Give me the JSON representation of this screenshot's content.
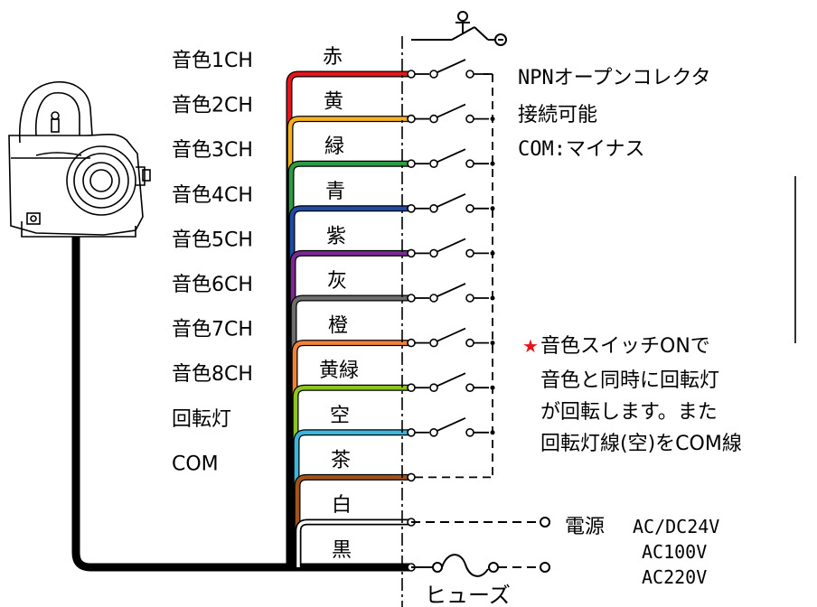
{
  "channels": [
    {
      "label": "音色1CH",
      "wire": "赤",
      "color": "#e8141c"
    },
    {
      "label": "音色2CH",
      "wire": "黄",
      "color": "#f5b21e"
    },
    {
      "label": "音色3CH",
      "wire": "緑",
      "color": "#2e9a45"
    },
    {
      "label": "音色4CH",
      "wire": "青",
      "color": "#1d4aa7"
    },
    {
      "label": "音色5CH",
      "wire": "紫",
      "color": "#7b2a92"
    },
    {
      "label": "音色6CH",
      "wire": "灰",
      "color": "#6d6d6d"
    },
    {
      "label": "音色7CH",
      "wire": "橙",
      "color": "#f0823a"
    },
    {
      "label": "音色8CH",
      "wire": "黄緑",
      "color": "#8ec31f"
    },
    {
      "label": "回転灯",
      "wire": "空",
      "color": "#3bb6df"
    },
    {
      "label": "COM",
      "wire": "茶",
      "color": "#a2531a"
    }
  ],
  "power_wires": [
    {
      "wire": "白",
      "color": "#ffffff"
    },
    {
      "wire": "黒",
      "color": "#000000"
    }
  ],
  "npn_note": {
    "line1": "NPNオープンコレクタ",
    "line2": "接続可能",
    "line3": "COM:マイナス"
  },
  "star_note": {
    "star": "★",
    "line1": "音色スイッチONで",
    "line2": "音色と同時に回転灯",
    "line3": "が回転します。また",
    "line4": "回転灯線(空)をCOM線"
  },
  "power": {
    "label": "電源",
    "v1": "AC/DC24V",
    "v2": "AC100V",
    "v3": "AC220V"
  },
  "fuse_label": "ヒューズ",
  "colors": {
    "star": "#e8141c",
    "line": "#000000"
  }
}
